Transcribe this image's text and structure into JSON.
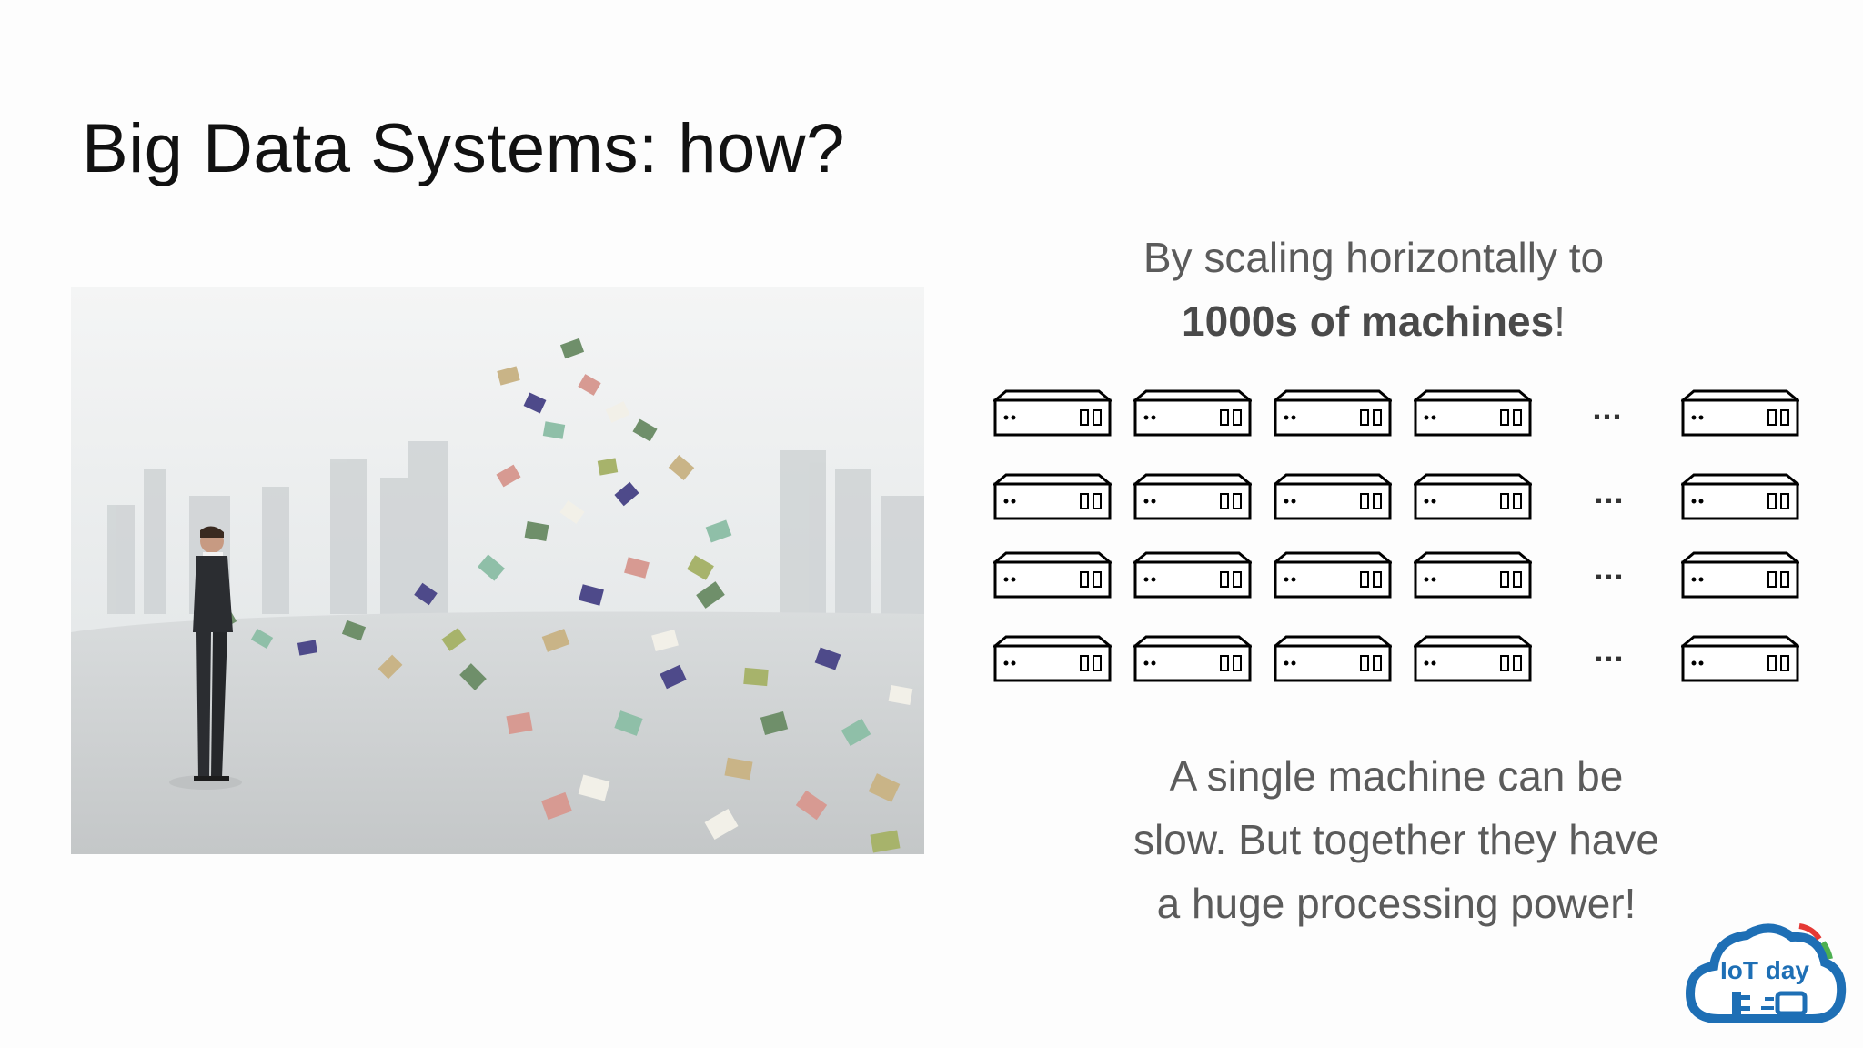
{
  "slide": {
    "title": "Big Data Systems: how?",
    "lead_line1": "By scaling horizontally to",
    "lead_bold": "1000s of machines",
    "lead_tail": "!",
    "closing_line1": "A single machine can be",
    "closing_line2": "slow. But together they have",
    "closing_line3": "a huge processing power!",
    "ellipsis": "..."
  },
  "logo": {
    "text": "IoT day"
  },
  "colors": {
    "logo_blue": "#1e6fb5",
    "logo_red": "#e53935",
    "logo_green": "#4caf50"
  }
}
